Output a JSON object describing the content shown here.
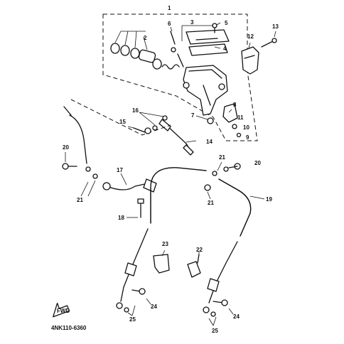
{
  "diagram": {
    "drawing_code": "4NK110-6360",
    "fwd_label": "FWD"
  },
  "callouts": [
    "1",
    "2",
    "3",
    "4",
    "5",
    "6",
    "7",
    "8",
    "9",
    "10",
    "11",
    "12",
    "13",
    "14",
    "15",
    "16",
    "17",
    "18",
    "19",
    "20",
    "21",
    "22",
    "23",
    "24",
    "25"
  ],
  "colors": {
    "ink": "#111111",
    "paper": "#ffffff"
  }
}
